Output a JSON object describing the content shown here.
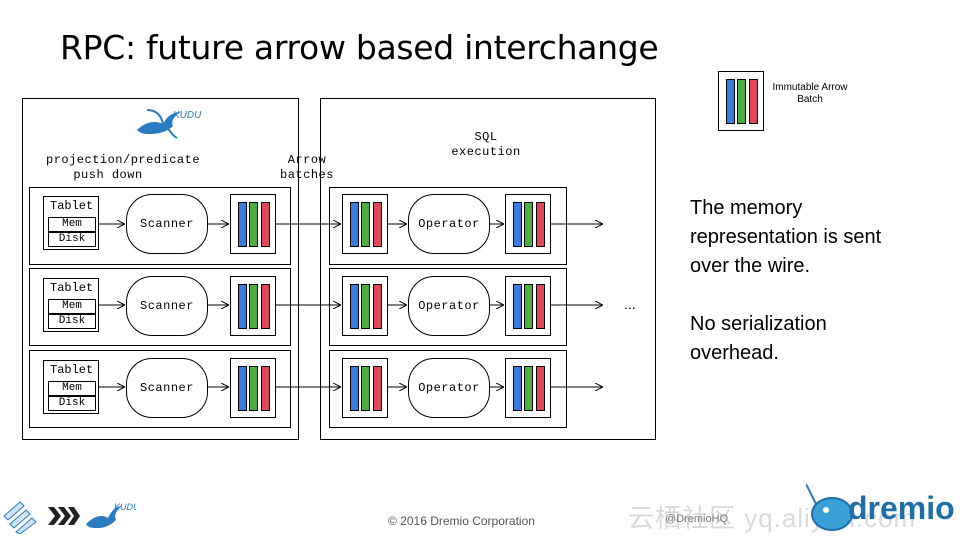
{
  "title": "RPC: future arrow based interchange",
  "left_panel": {
    "logo_text": "KUDU",
    "pushdown_label": "projection/predicate push down",
    "rows": [
      {
        "tablet": "Tablet",
        "mem": "Mem",
        "disk": "Disk",
        "scanner": "Scanner"
      },
      {
        "tablet": "Tablet",
        "mem": "Mem",
        "disk": "Disk",
        "scanner": "Scanner"
      },
      {
        "tablet": "Tablet",
        "mem": "Mem",
        "disk": "Disk",
        "scanner": "Scanner"
      }
    ]
  },
  "arrow_batches_label": "Arrow batches",
  "right_panel": {
    "sql_label": "SQL execution",
    "rows": [
      {
        "operator": "Operator"
      },
      {
        "operator": "Operator"
      },
      {
        "operator": "Operator"
      }
    ],
    "ellipsis": "..."
  },
  "legend": {
    "label": "Immutable Arrow Batch"
  },
  "batch_colors": {
    "blue": "#3a7be0",
    "green": "#4caf3f",
    "red": "#e0475b"
  },
  "side_text": {
    "line1": "The memory representation is sent over the wire.",
    "line2": "No serialization overhead."
  },
  "footer": {
    "copyright": "© 2016 Dremio Corporation",
    "handle": "@DremioHQ",
    "brand": "dremio",
    "watermark": "云栖社区 yq.aliyun.com"
  }
}
